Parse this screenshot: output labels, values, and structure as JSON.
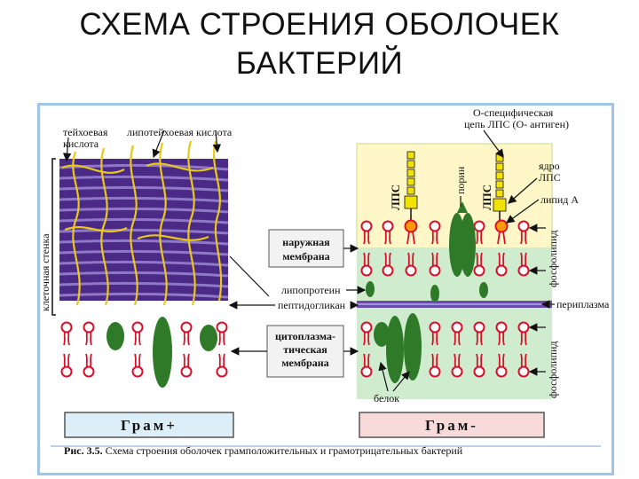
{
  "title": {
    "line1": "СХЕМА СТРОЕНИЯ ОБОЛОЧЕК",
    "line2": "БАКТЕРИЙ"
  },
  "labels": {
    "teichoic": "тейхоевая",
    "lipoteichoic": "липотейхоевая кислота",
    "acid": "кислота",
    "cell_wall": "клеточная стенка",
    "porin": "порин",
    "lps_left": "ЛПС",
    "lps_right": "ЛПС",
    "o_specific_1": "О-специфическая",
    "o_specific_2": "цепь ЛПС (О- антиген)",
    "core_1": "ядро",
    "core_2": "ЛПС",
    "lipid_a": "липид А",
    "phospholipid_top": "фосфолипид",
    "outer_membrane_1": "наружная",
    "outer_membrane_2": "мембрана",
    "lipoprotein": "липопротеин",
    "peptidoglycan": "пептидогликан",
    "periplasm": "периплазма",
    "cytoplasmic_1": "цитоплазма-",
    "cytoplasmic_2": "тическая",
    "cytoplasmic_3": "мембрана",
    "phospholipid_bottom": "фосфолипид",
    "protein": "белок",
    "gram_pos": "Грам+",
    "gram_neg": "Грам-"
  },
  "caption": {
    "prefix": "Рис. 3.5.",
    "text": " Схема строения оболочек грамположительных и грамотрицательных бактерий"
  },
  "colors": {
    "wall_purple": "#4a2a86",
    "wall_stripe": "#8f78c8",
    "teichoic_yellow": "#e8c818",
    "phospholipid_red": "#d8102a",
    "protein_green": "#2f7a28",
    "lps_yellow": "#f2e200",
    "panel_yellow": "#fff7c8",
    "panel_green": "#cfeccf",
    "gram_pos_box": "#dceef8",
    "gram_neg_box": "#f8dada",
    "frame_blue": "#9fc4e6"
  }
}
